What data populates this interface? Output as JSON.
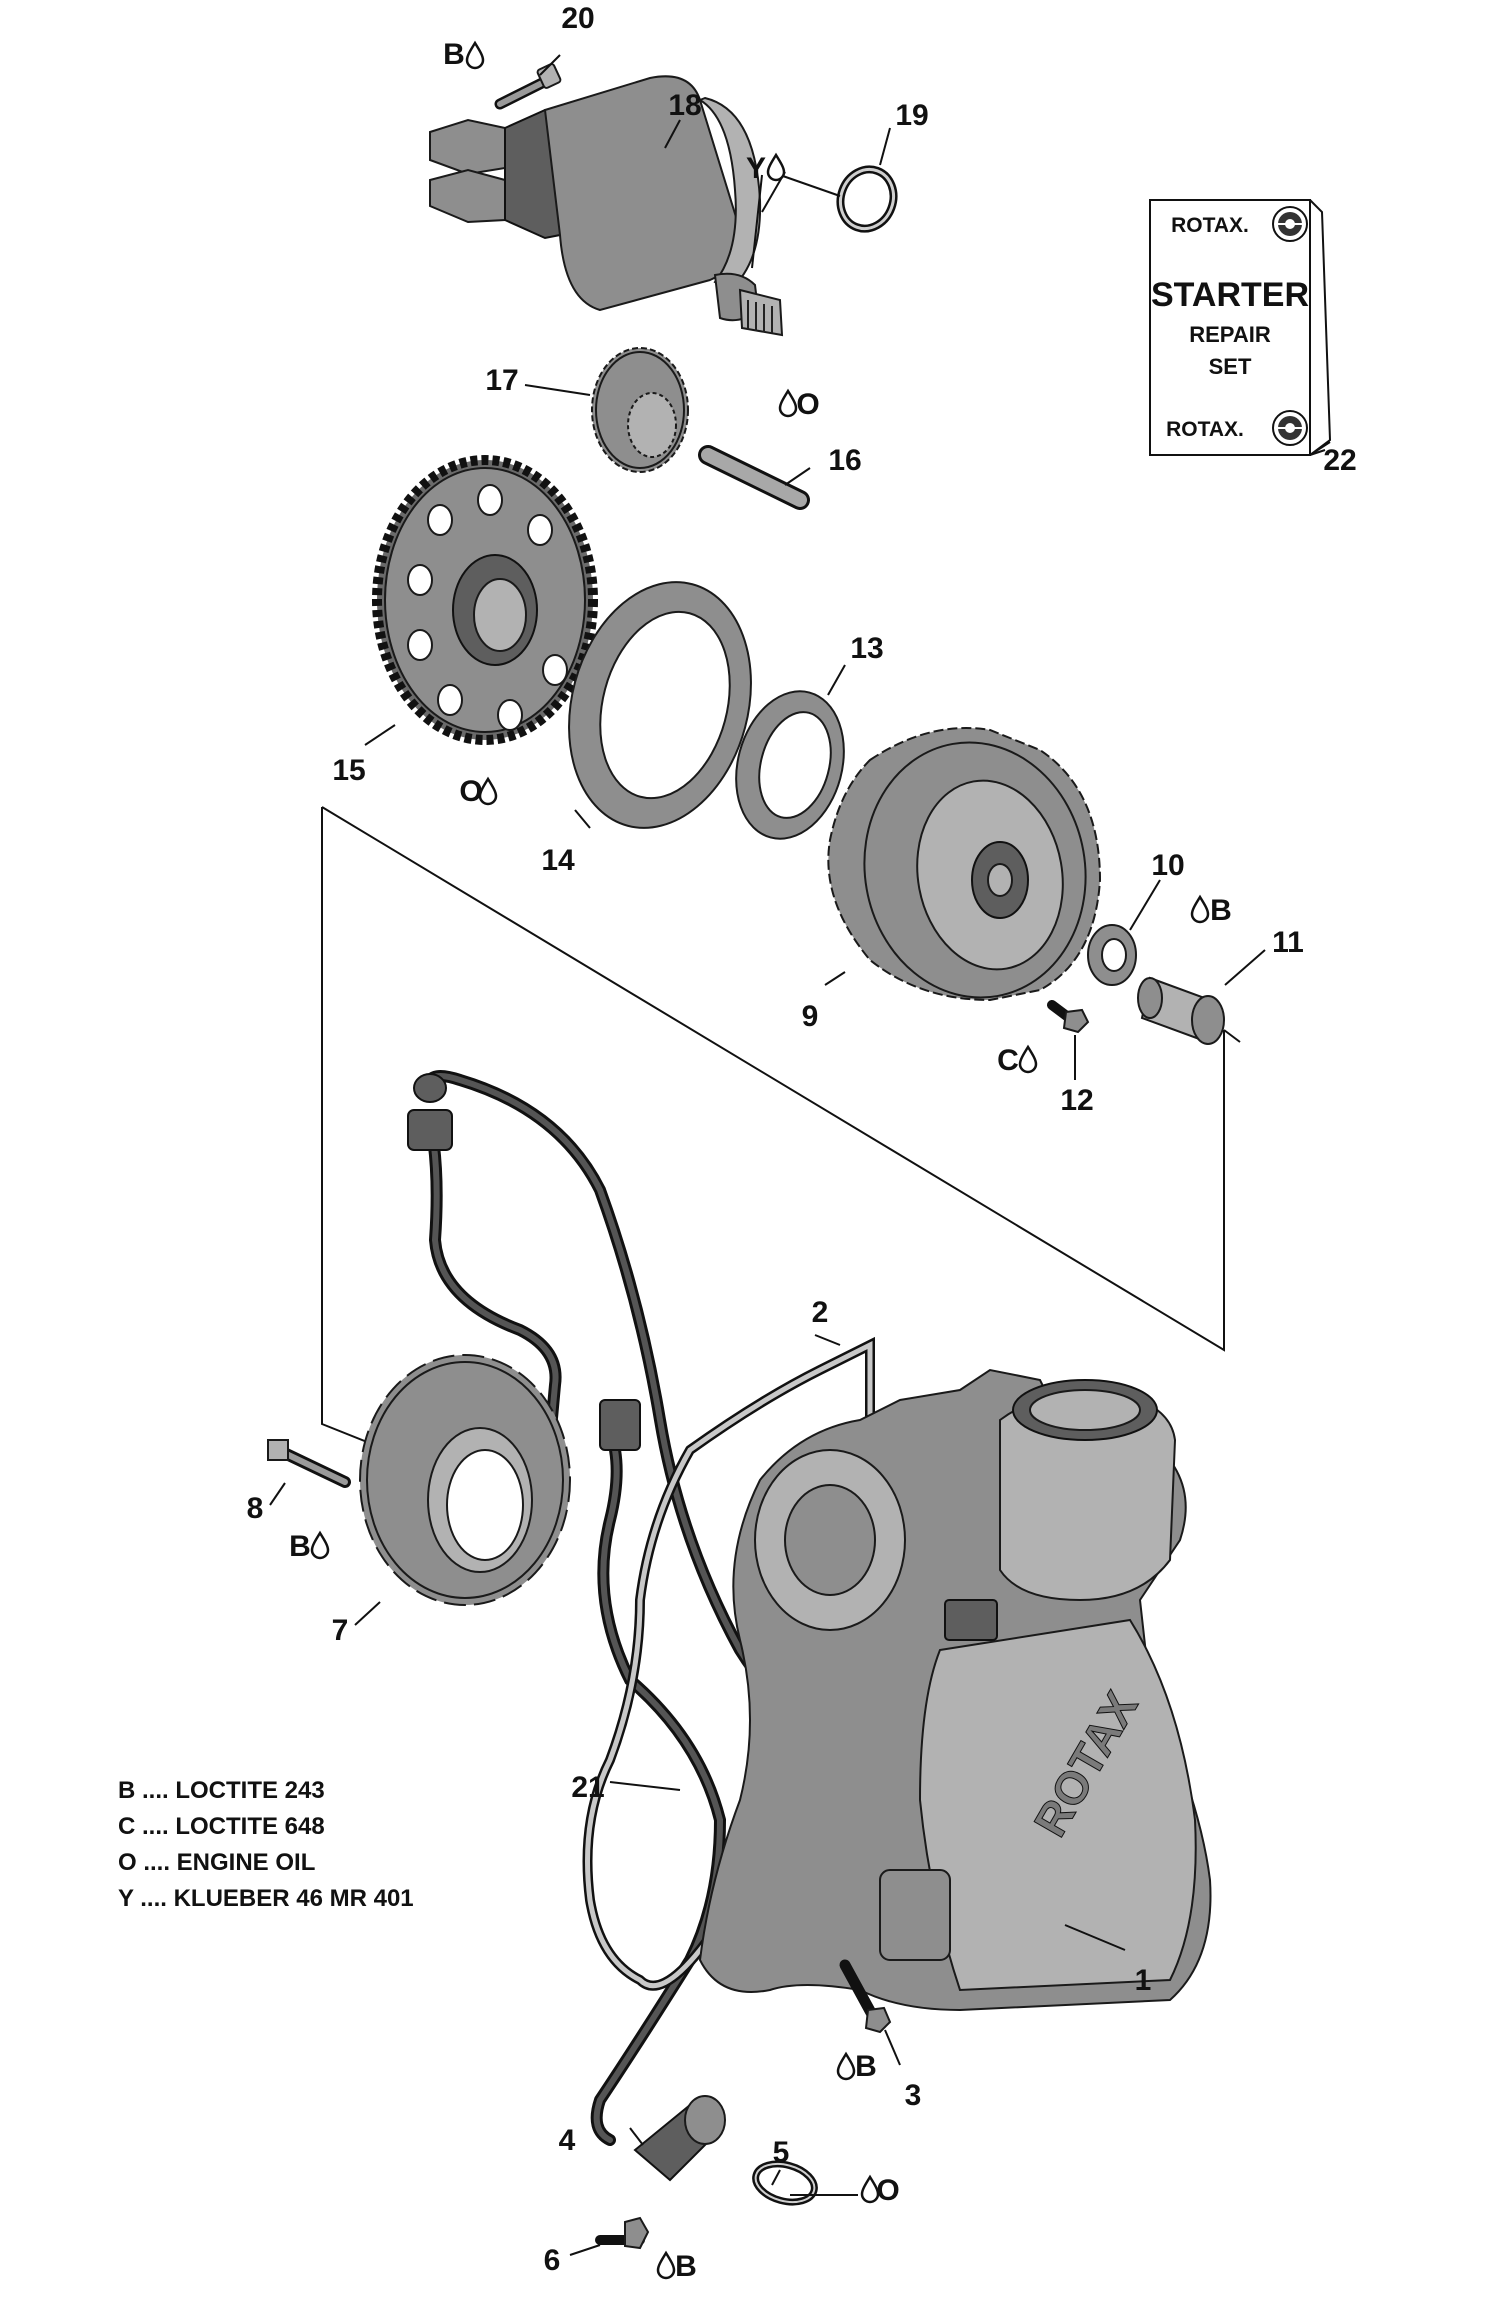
{
  "callouts": [
    {
      "id": "c1",
      "text": "1"
    },
    {
      "id": "c2",
      "text": "2"
    },
    {
      "id": "c3",
      "text": "3"
    },
    {
      "id": "c4",
      "text": "4"
    },
    {
      "id": "c5",
      "text": "5"
    },
    {
      "id": "c6",
      "text": "6"
    },
    {
      "id": "c7",
      "text": "7"
    },
    {
      "id": "c8",
      "text": "8"
    },
    {
      "id": "c9",
      "text": "9"
    },
    {
      "id": "c10",
      "text": "10"
    },
    {
      "id": "c11",
      "text": "11"
    },
    {
      "id": "c12",
      "text": "12"
    },
    {
      "id": "c13",
      "text": "13"
    },
    {
      "id": "c14",
      "text": "14"
    },
    {
      "id": "c15",
      "text": "15"
    },
    {
      "id": "c16",
      "text": "16"
    },
    {
      "id": "c17",
      "text": "17"
    },
    {
      "id": "c18",
      "text": "18"
    },
    {
      "id": "c19",
      "text": "19"
    },
    {
      "id": "c20",
      "text": "20"
    },
    {
      "id": "c21",
      "text": "21"
    },
    {
      "id": "c22",
      "text": "22"
    }
  ],
  "product_codes": {
    "b": "B",
    "c": "C",
    "o": "O",
    "y": "Y"
  },
  "legend": [
    "B .... LOCTITE 243",
    "C .... LOCTITE 648",
    "O .... ENGINE OIL",
    "Y .... KLUEBER 46 MR 401"
  ],
  "kit_card": {
    "brand_top": "ROTAX.",
    "title": "STARTER",
    "line2": "REPAIR",
    "line3": "SET",
    "brand_bottom": "ROTAX."
  },
  "cover_embossing": "ROTAX",
  "icons": {
    "droplet": "droplet-icon",
    "brp_logo": "brp-logo-icon"
  }
}
